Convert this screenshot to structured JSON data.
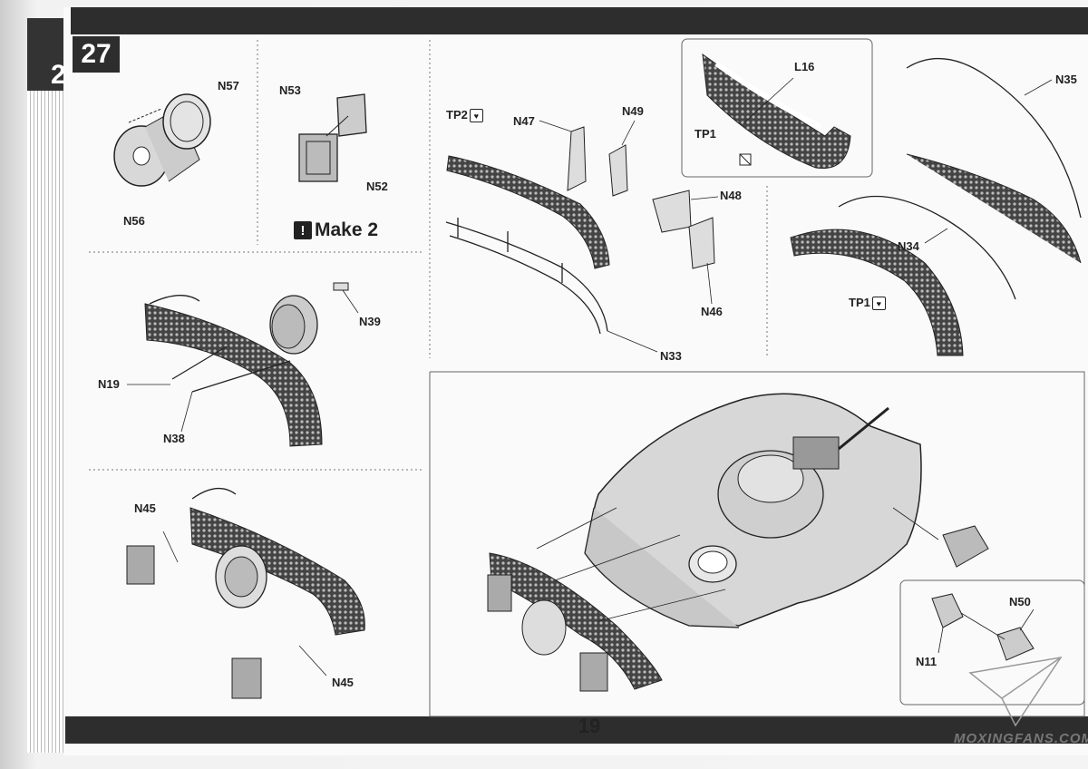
{
  "step": {
    "number": "27",
    "under_number": "2"
  },
  "note": {
    "make_count": "Make 2",
    "warning_glyph": "!"
  },
  "labels": {
    "n57": "N57",
    "n56": "N56",
    "n53": "N53",
    "n52": "N52",
    "tp2": "TP2",
    "n47": "N47",
    "n49": "N49",
    "n48": "N48",
    "n46": "N46",
    "n33": "N33",
    "l16": "L16",
    "tp1_inset": "TP1",
    "n35": "N35",
    "n34": "N34",
    "tp1": "TP1",
    "n39": "N39",
    "n19": "N19",
    "n38": "N38",
    "n45_top": "N45",
    "n45_bottom": "N45",
    "n50": "N50",
    "n11": "N11"
  },
  "icons": {
    "glue": "glue-icon",
    "no_glue": "no-glue-icon"
  },
  "page": {
    "number": "19",
    "watermark": "MOXINGFANS.COM"
  }
}
